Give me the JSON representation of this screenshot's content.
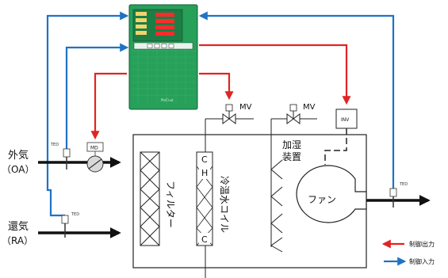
{
  "colors": {
    "output_line": "#e02424",
    "input_line": "#1f73c4",
    "controller_body": "#27a05a",
    "controller_panel": "#1d7d45",
    "digit_red": "#ff2b2b"
  },
  "labels": {
    "outdoor_air": "外気",
    "outdoor_air_abbr": "（OA）",
    "return_air": "還気",
    "return_air_abbr": "（RA）",
    "filter": "フィルター",
    "coil": "冷温水コイル",
    "humidifier": "加湿装置",
    "humidifier_line1": "加湿",
    "humidifier_line2": "装置",
    "fan": "ファン",
    "valve_mv_left": "MV",
    "valve_mv_right": "MV",
    "inverter": "INV",
    "damper_motor": "MD",
    "coil_top_c": "C",
    "coil_top_h": "H",
    "coil_bottom_c": "C",
    "sensor_oa": "TED",
    "sensor_ra": "TED",
    "sensor_sa": "TED",
    "controller_logo": "Ph/Cnut"
  },
  "legend": {
    "output": "制御出力",
    "input": "制御入力"
  }
}
